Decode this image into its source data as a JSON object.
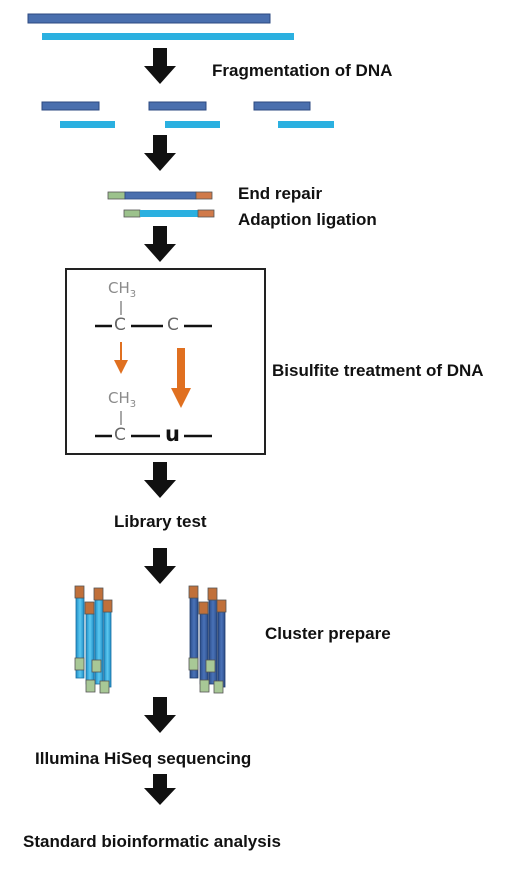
{
  "steps": {
    "fragmentation": "Fragmentation of DNA",
    "end_repair": "End repair",
    "adaption_ligation": "Adaption ligation",
    "bisulfite": "Bisulfite treatment of DNA",
    "library_test": "Library test",
    "cluster_prepare": "Cluster prepare",
    "sequencing": "Illumina HiSeq sequencing",
    "analysis": "Standard bioinformatic analysis"
  },
  "chemistry": {
    "methyl_top": "CH",
    "methyl_sub": "3",
    "carbon": "C",
    "uracil": "u"
  },
  "colors": {
    "dark_strand": "#4a6fae",
    "light_strand": "#2bb0e0",
    "adapter_green": "#9cc28c",
    "adapter_orange": "#d07a4a",
    "arrow": "#111111",
    "conversion_arrow": "#e07020",
    "chem_gray": "#8a8a8a"
  }
}
